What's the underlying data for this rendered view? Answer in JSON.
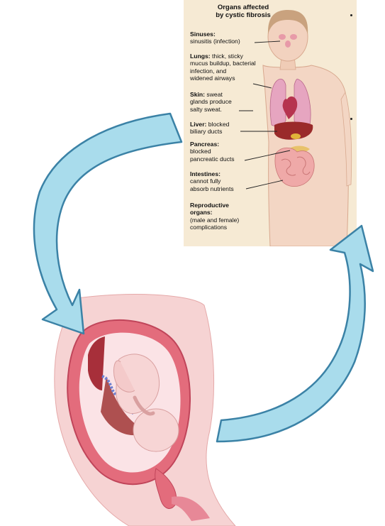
{
  "cf_panel": {
    "title": "Organs affected\nby cystic fibrosis",
    "organs": [
      {
        "name": "Sinuses:",
        "detail": "sinusitis (infection)"
      },
      {
        "name": "Lungs:",
        "detail": "thick, sticky\nmucus buildup, bacterial\ninfection, and\nwidened airways"
      },
      {
        "name": "Skin:",
        "detail": "sweat\nglands produce\nsalty sweat."
      },
      {
        "name": "Liver:",
        "detail": "blocked\nbiliary ducts"
      },
      {
        "name": "Pancreas:",
        "detail": "\nblocked\npancreatic ducts"
      },
      {
        "name": "Intestines:",
        "detail": "\ncannot fully\nabsorb nutrients"
      },
      {
        "name": "Reproductive\norgans:",
        "detail": "\n(male and female)\ncomplications"
      }
    ]
  },
  "colors": {
    "arrow_fill": "#a9dcec",
    "arrow_stroke": "#3b82a6",
    "panel_bg": "#f6ead4",
    "uterus": "#e36c7c",
    "skin": "#f6cfcf"
  }
}
